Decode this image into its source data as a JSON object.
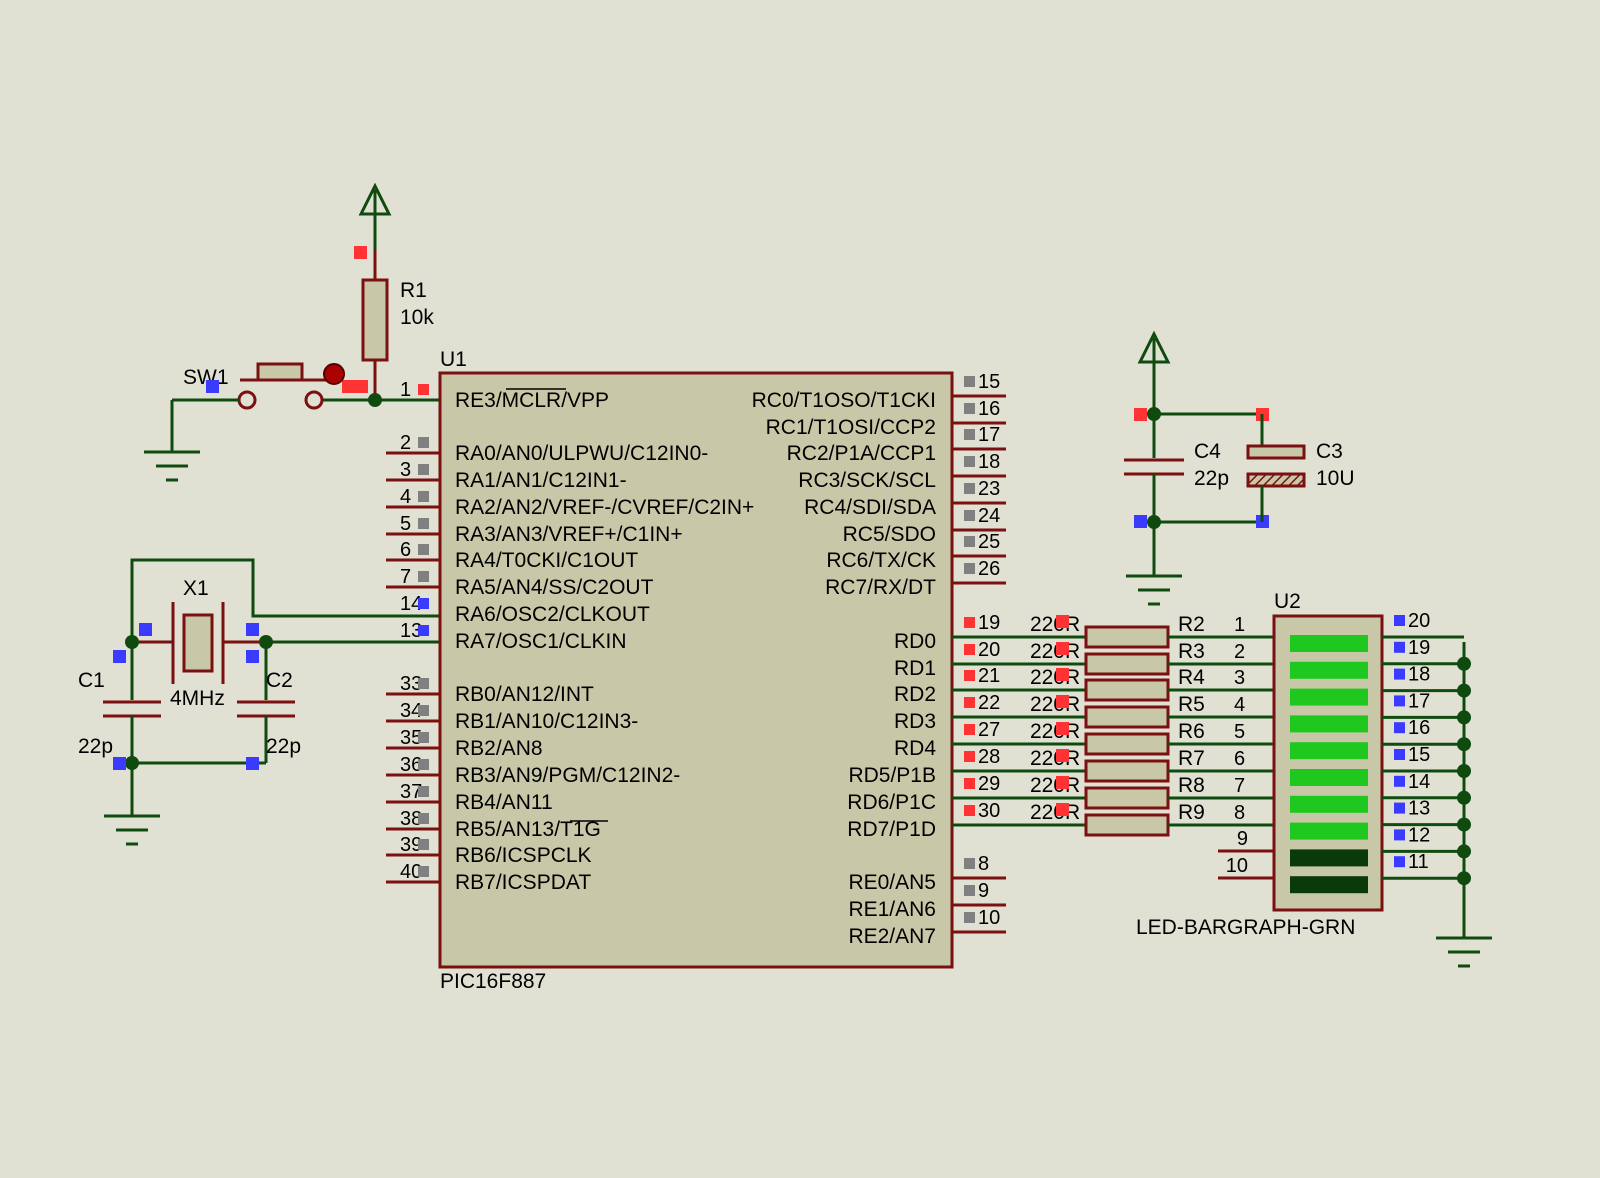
{
  "colors": {
    "background": "#e1e1d3",
    "wire": "#0f4a0f",
    "component_outline": "#7a1010",
    "component_fill": "#c8c8a8",
    "pin_high": "#ff3333",
    "pin_low": "#3b3bff",
    "pin_float": "#808080",
    "led_on": "#1ec81e",
    "led_off": "#0a3a0a"
  },
  "mcu": {
    "ref": "U1",
    "part": "PIC16F887",
    "left_pins": [
      {
        "num": "1",
        "name": "RE3/MCLR/VPP",
        "state": "high"
      },
      {
        "num": "2",
        "name": "RA0/AN0/ULPWU/C12IN0-",
        "state": "float"
      },
      {
        "num": "3",
        "name": "RA1/AN1/C12IN1-",
        "state": "float"
      },
      {
        "num": "4",
        "name": "RA2/AN2/VREF-/CVREF/C2IN+",
        "state": "float"
      },
      {
        "num": "5",
        "name": "RA3/AN3/VREF+/C1IN+",
        "state": "float"
      },
      {
        "num": "6",
        "name": "RA4/T0CKI/C1OUT",
        "state": "float"
      },
      {
        "num": "7",
        "name": "RA5/AN4/SS/C2OUT",
        "state": "float"
      },
      {
        "num": "14",
        "name": "RA6/OSC2/CLKOUT",
        "state": "low"
      },
      {
        "num": "13",
        "name": "RA7/OSC1/CLKIN",
        "state": "low"
      },
      {
        "num": "33",
        "name": "RB0/AN12/INT",
        "state": "float"
      },
      {
        "num": "34",
        "name": "RB1/AN10/C12IN3-",
        "state": "float"
      },
      {
        "num": "35",
        "name": "RB2/AN8",
        "state": "float"
      },
      {
        "num": "36",
        "name": "RB3/AN9/PGM/C12IN2-",
        "state": "float"
      },
      {
        "num": "37",
        "name": "RB4/AN11",
        "state": "float"
      },
      {
        "num": "38",
        "name": "RB5/AN13/T1G",
        "state": "float"
      },
      {
        "num": "39",
        "name": "RB6/ICSPCLK",
        "state": "float"
      },
      {
        "num": "40",
        "name": "RB7/ICSPDAT",
        "state": "float"
      }
    ],
    "right_pins": [
      {
        "num": "15",
        "name": "RC0/T1OSO/T1CKI",
        "state": "float"
      },
      {
        "num": "16",
        "name": "RC1/T1OSI/CCP2",
        "state": "float"
      },
      {
        "num": "17",
        "name": "RC2/P1A/CCP1",
        "state": "float"
      },
      {
        "num": "18",
        "name": "RC3/SCK/SCL",
        "state": "float"
      },
      {
        "num": "23",
        "name": "RC4/SDI/SDA",
        "state": "float"
      },
      {
        "num": "24",
        "name": "RC5/SDO",
        "state": "float"
      },
      {
        "num": "25",
        "name": "RC6/TX/CK",
        "state": "float"
      },
      {
        "num": "26",
        "name": "RC7/RX/DT",
        "state": "float"
      },
      {
        "num": "19",
        "name": "RD0",
        "state": "high"
      },
      {
        "num": "20",
        "name": "RD1",
        "state": "high"
      },
      {
        "num": "21",
        "name": "RD2",
        "state": "high"
      },
      {
        "num": "22",
        "name": "RD3",
        "state": "high"
      },
      {
        "num": "27",
        "name": "RD4",
        "state": "high"
      },
      {
        "num": "28",
        "name": "RD5/P1B",
        "state": "high"
      },
      {
        "num": "29",
        "name": "RD6/P1C",
        "state": "high"
      },
      {
        "num": "30",
        "name": "RD7/P1D",
        "state": "high"
      },
      {
        "num": "8",
        "name": "RE0/AN5",
        "state": "float"
      },
      {
        "num": "9",
        "name": "RE1/AN6",
        "state": "float"
      },
      {
        "num": "10",
        "name": "RE2/AN7",
        "state": "float"
      }
    ]
  },
  "r1": {
    "ref": "R1",
    "value": "10k"
  },
  "sw1": {
    "ref": "SW1"
  },
  "x1": {
    "ref": "X1",
    "value": "4MHz"
  },
  "c1": {
    "ref": "C1",
    "value": "22p"
  },
  "c2": {
    "ref": "C2",
    "value": "22p"
  },
  "c3": {
    "ref": "C3",
    "value": "10U"
  },
  "c4": {
    "ref": "C4",
    "value": "22p"
  },
  "resistors": [
    {
      "ref": "R2",
      "value": "220R",
      "pin": "1"
    },
    {
      "ref": "R3",
      "value": "220R",
      "pin": "2"
    },
    {
      "ref": "R4",
      "value": "220R",
      "pin": "3"
    },
    {
      "ref": "R5",
      "value": "220R",
      "pin": "4"
    },
    {
      "ref": "R6",
      "value": "220R",
      "pin": "5"
    },
    {
      "ref": "R7",
      "value": "220R",
      "pin": "6"
    },
    {
      "ref": "R8",
      "value": "220R",
      "pin": "7"
    },
    {
      "ref": "R9",
      "value": "220R",
      "pin": "8"
    }
  ],
  "bargraph": {
    "ref": "U2",
    "part": "LED-BARGRAPH-GRN",
    "left_unused_pins": [
      "9",
      "10"
    ],
    "right_pins": [
      "20",
      "19",
      "18",
      "17",
      "16",
      "15",
      "14",
      "13",
      "12",
      "11"
    ],
    "segments_on": [
      true,
      true,
      true,
      true,
      true,
      true,
      true,
      true,
      false,
      false
    ]
  }
}
